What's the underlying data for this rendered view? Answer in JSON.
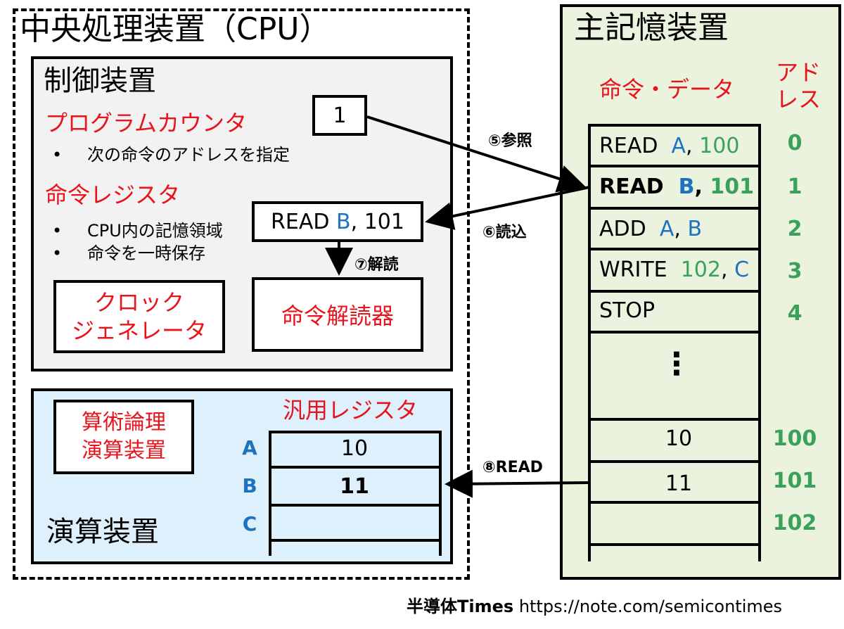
{
  "cpu": {
    "title": "中央処理装置（CPU）",
    "control_unit": {
      "title": "制御装置",
      "program_counter": {
        "label": "プログラムカウンタ",
        "value": "1",
        "bullets": [
          "次の命令のアドレスを指定"
        ]
      },
      "instruction_register": {
        "label": "命令レジスタ",
        "value_op": "READ",
        "value_reg": "B",
        "value_sep": ",",
        "value_addr": "101",
        "bullets": [
          "CPU内の記憶領域",
          "命令を一時保存"
        ]
      },
      "clock": {
        "line1": "クロック",
        "line2": "ジェネレータ"
      },
      "decoder": "命令解読器"
    },
    "alu_unit": {
      "title": "演算装置",
      "alu": {
        "line1": "算術論理",
        "line2": "演算装置"
      },
      "general_registers": {
        "title": "汎用レジスタ",
        "registers": [
          {
            "name": "A",
            "value": "10"
          },
          {
            "name": "B",
            "value": "11"
          },
          {
            "name": "C",
            "value": ""
          }
        ]
      }
    }
  },
  "memory": {
    "title": "主記憶装置",
    "column_header": "命令・データ",
    "address_header_line1": "アド",
    "address_header_line2": "レス",
    "rows": [
      {
        "op": "READ",
        "a1": "A",
        "sep": ",",
        "a2": "100",
        "address": "0"
      },
      {
        "op": "READ",
        "a1": "B",
        "sep": ",",
        "a2": "101",
        "address": "1"
      },
      {
        "op": "ADD",
        "a1": "A",
        "sep": ",",
        "a2": "B",
        "address": "2"
      },
      {
        "op": "WRITE",
        "a1": "102",
        "sep": ",",
        "a2": "C",
        "address": "3"
      },
      {
        "op": "STOP",
        "address": "4"
      },
      {
        "ellipsis": "⋮"
      },
      {
        "value": "10",
        "address": "100"
      },
      {
        "value": "11",
        "address": "101"
      },
      {
        "value": "",
        "address": "102"
      }
    ]
  },
  "steps": {
    "s5": "⑤参照",
    "s6": "⑥読込",
    "s7": "⑦解読",
    "s8": "⑧READ"
  },
  "footer": {
    "brand": "半導体Times",
    "url": "https://note.com/semicontimes"
  },
  "colors": {
    "red": "#e8141c",
    "blue": "#1e73be",
    "green": "#3aa15a",
    "control_bg": "#f2f2f2",
    "alu_bg": "#ddf0fb",
    "memory_bg": "#ebf3df"
  }
}
